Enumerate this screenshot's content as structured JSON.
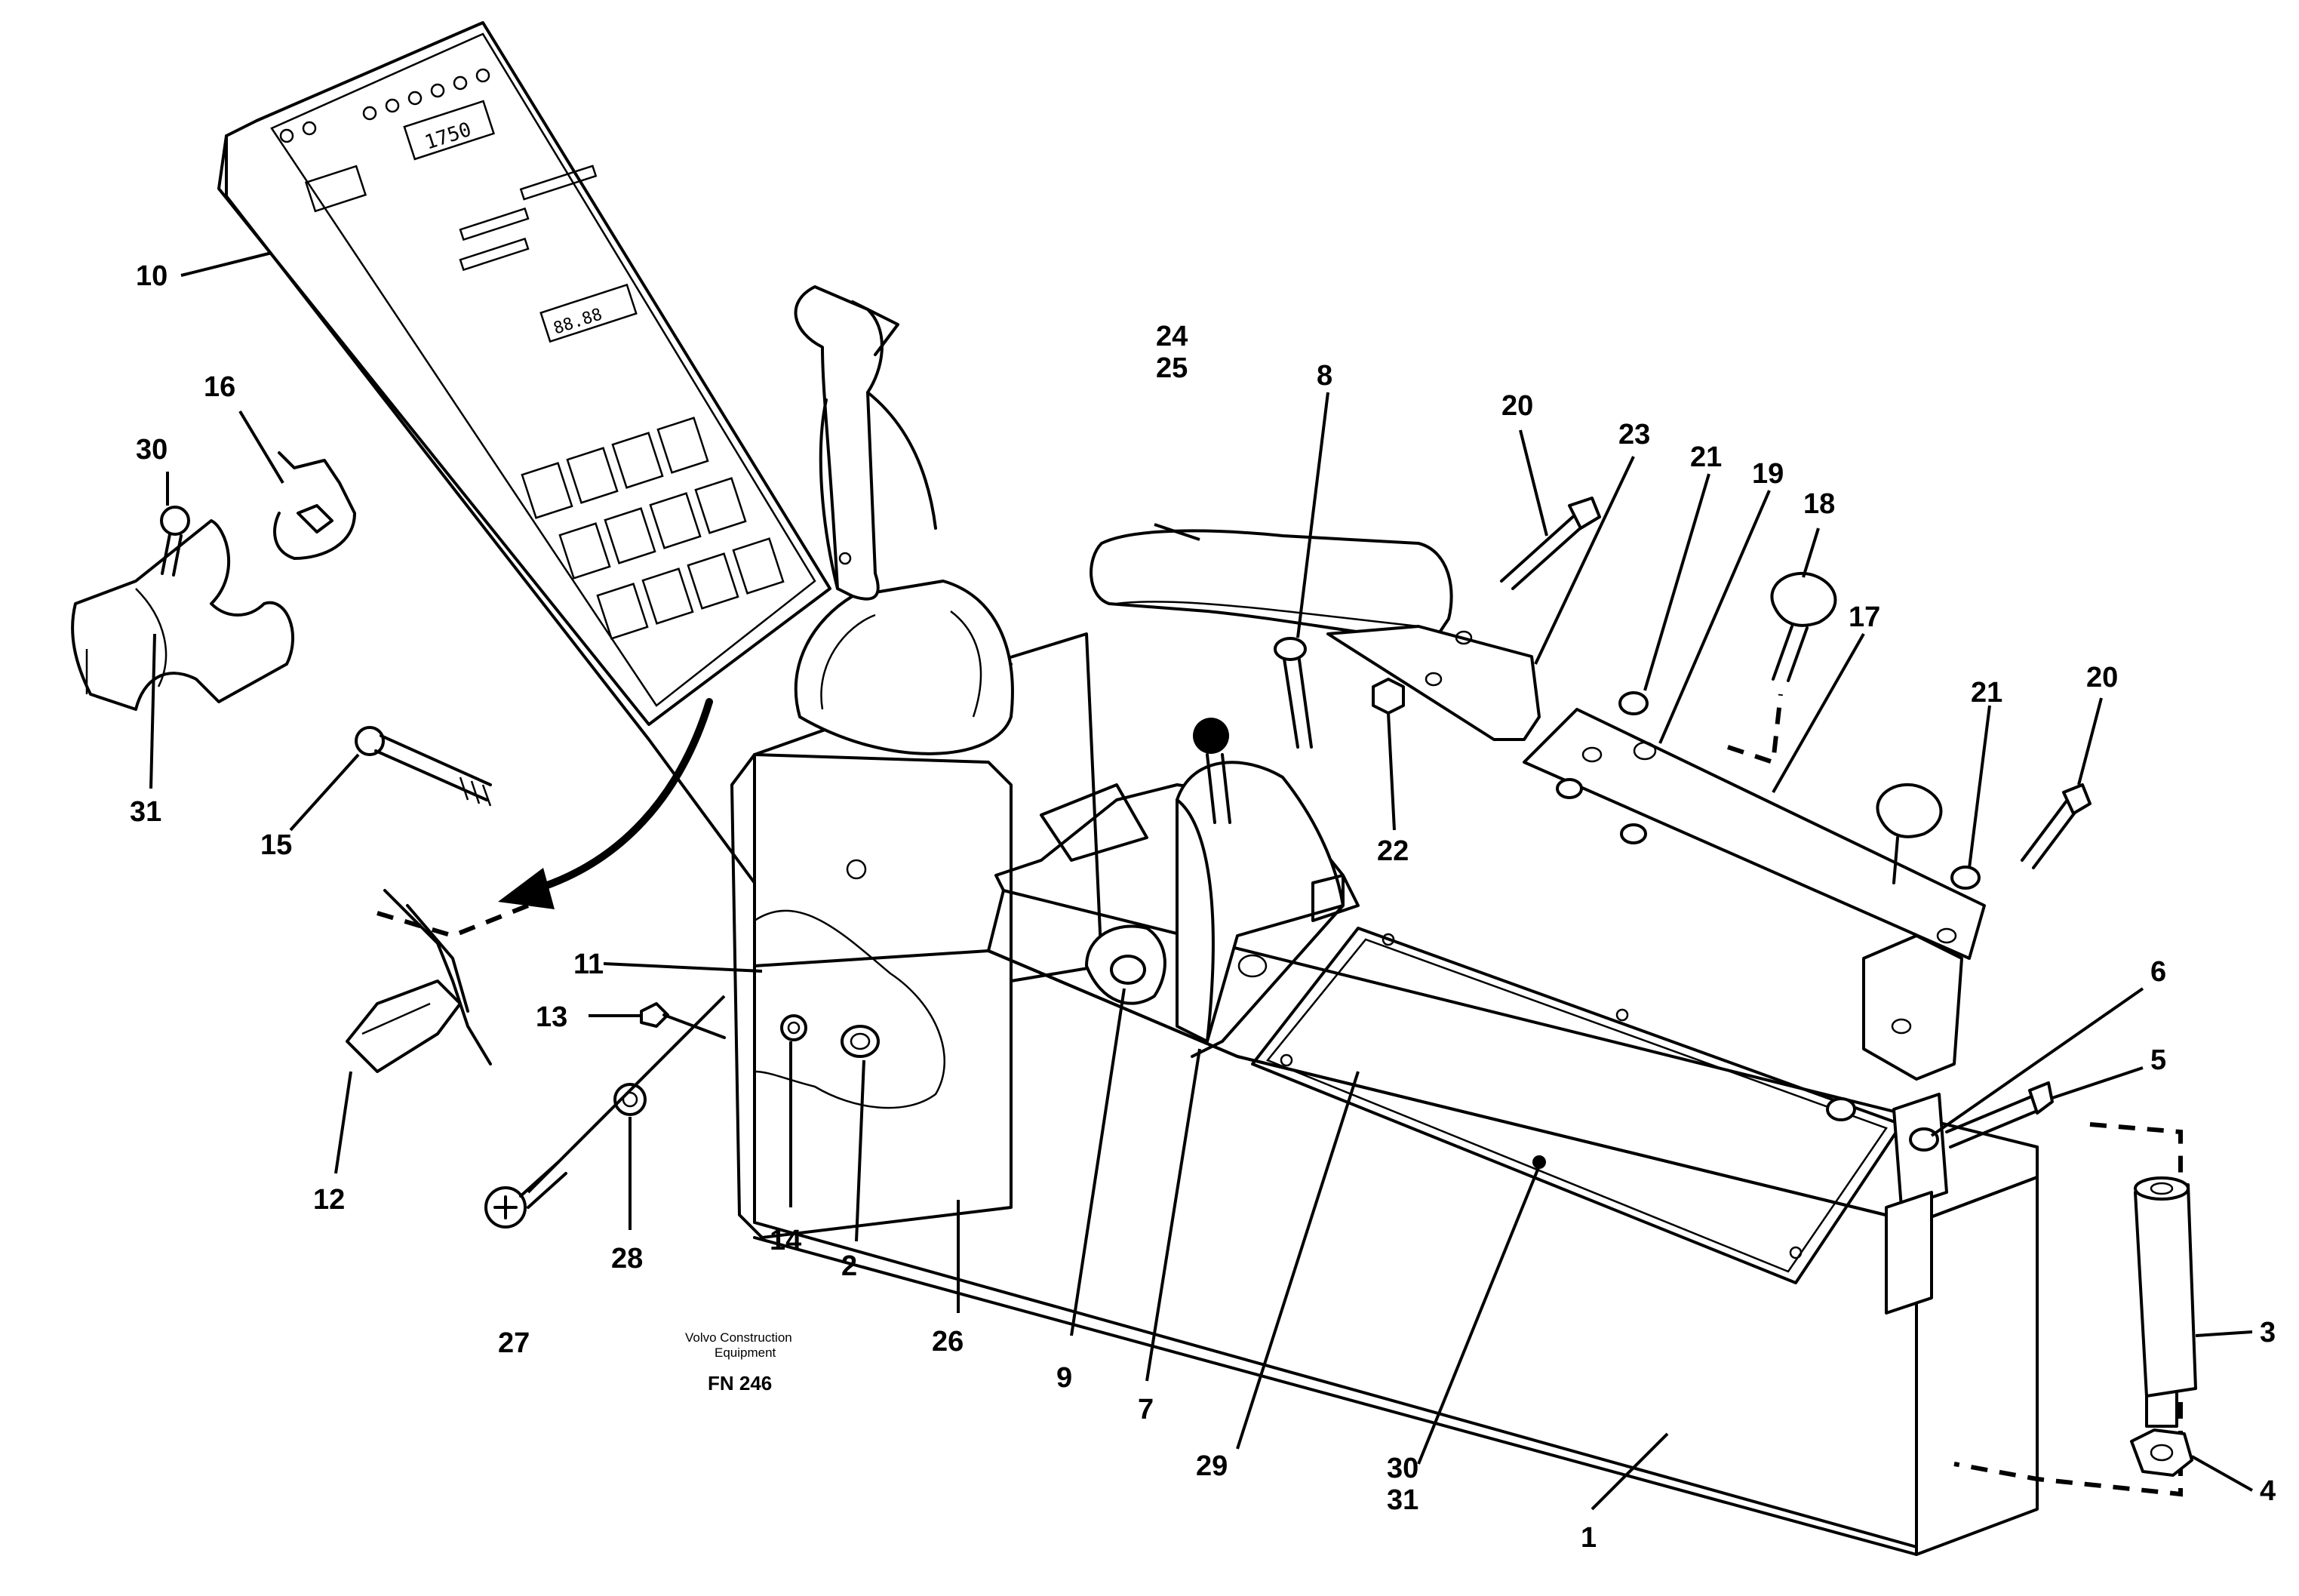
{
  "caption": {
    "line1": "Volvo Construction",
    "line2": "Equipment",
    "code": "FN 246"
  },
  "panel": {
    "display_value": "1750",
    "lower_display": "88.88"
  },
  "callouts": {
    "c1": "1",
    "c2": "2",
    "c3": "3",
    "c4": "4",
    "c5": "5",
    "c6": "6",
    "c7": "7",
    "c8": "8",
    "c9": "9",
    "c10": "10",
    "c11": "11",
    "c12": "12",
    "c13": "13",
    "c14": "14",
    "c15": "15",
    "c16": "16",
    "c17": "17",
    "c18": "18",
    "c19": "19",
    "c20a": "20",
    "c20b": "20",
    "c21a": "21",
    "c21b": "21",
    "c22": "22",
    "c23": "23",
    "c24": "24",
    "c25": "25",
    "c26": "26",
    "c27": "27",
    "c28": "28",
    "c29": "29",
    "c30a": "30",
    "c30b": "30",
    "c31a": "31",
    "c31b": "31"
  }
}
